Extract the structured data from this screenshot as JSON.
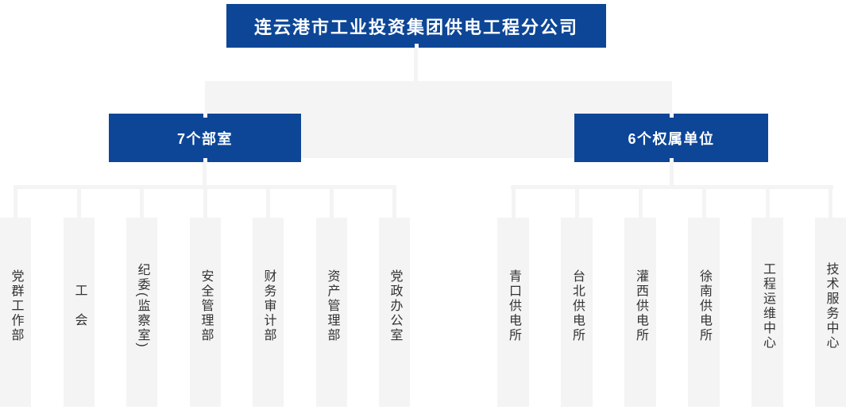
{
  "org": {
    "root": "连云港市工业投资集团供电工程分公司",
    "groups": [
      {
        "label": "7个部室",
        "items": [
          "党群工作部",
          "工　会",
          "纪委(监察室)",
          "安全管理部",
          "财务审计部",
          "资产管理部",
          "党政办公室"
        ]
      },
      {
        "label": "6个权属单位",
        "items": [
          "青口供电所",
          "台北供电所",
          "灌西供电所",
          "徐南供电所",
          "工程运维中心",
          "技术服务中心"
        ]
      }
    ],
    "colors": {
      "primary_blue": "#0d4697",
      "connector_gray": "#f4f4f4",
      "leaf_text": "#333333",
      "box_text": "#ffffff"
    }
  }
}
